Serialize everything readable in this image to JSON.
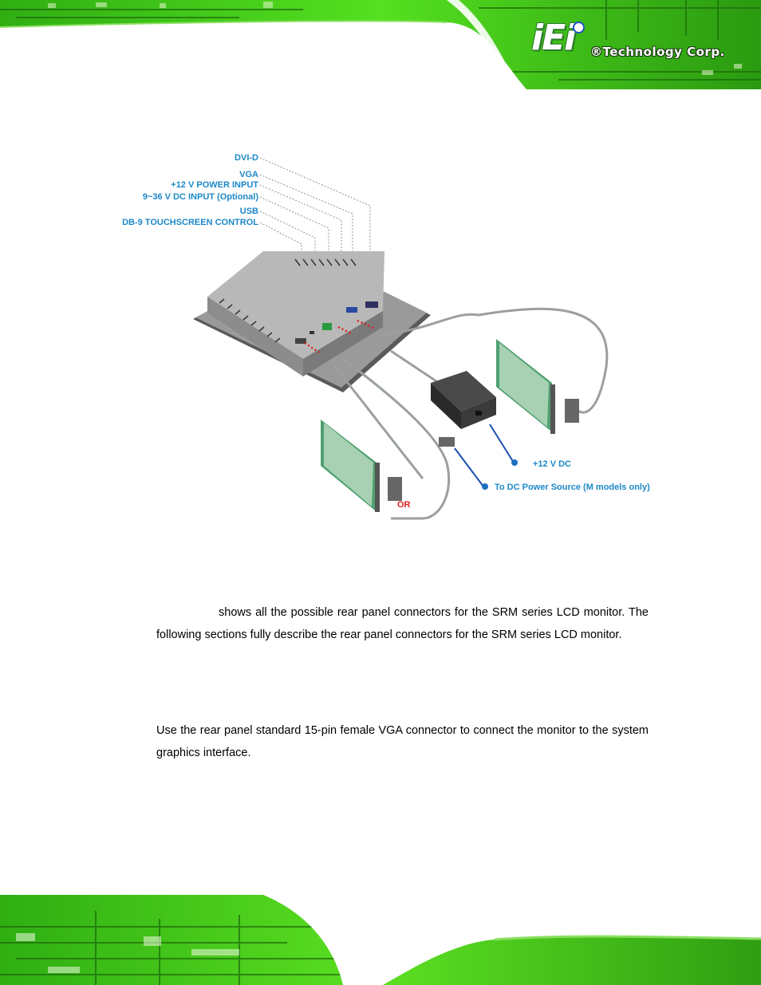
{
  "header": {
    "logo_mark": "iEi",
    "company": "®Technology Corp."
  },
  "figure": {
    "labels": {
      "dvi_d": "DVI-D",
      "vga": "VGA",
      "power_input": "+12 V POWER INPUT",
      "dc_input": "9~36 V DC INPUT (Optional)",
      "usb": "USB",
      "db9": "DB-9 TOUCHSCREEN CONTROL",
      "dc12": "+12 V DC",
      "dc_source": "To DC Power Source (M models only)",
      "or": "OR"
    }
  },
  "body": {
    "para1": "shows all the possible rear panel connectors for the SRM series LCD monitor. The following sections fully describe the rear panel connectors for the SRM series LCD monitor.",
    "para2": "Use the rear panel standard 15-pin female VGA connector to connect the monitor to the system graphics interface."
  },
  "colors": {
    "label_blue": "#1d88c8",
    "pcb_green": "#3fcf1a",
    "or_red": "#e02020"
  }
}
